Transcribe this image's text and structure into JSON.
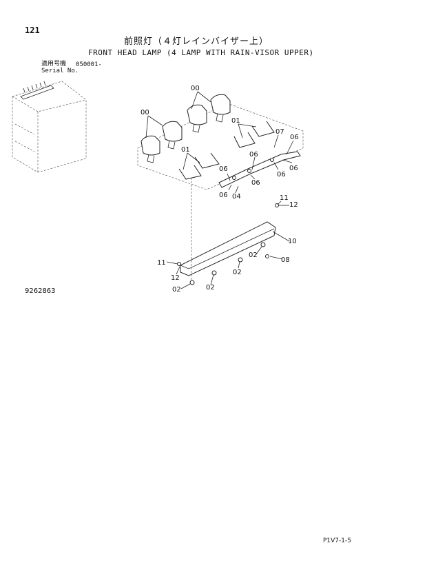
{
  "header": {
    "page_number": "121",
    "title_ja": "前照灯（４灯レインバイザー上）",
    "title_en": "FRONT HEAD LAMP (4 LAMP WITH RAIN-VISOR UPPER)"
  },
  "serial": {
    "label_ja": "適用号機",
    "label_en": "Serial No.",
    "value": "050001-"
  },
  "callouts": {
    "lamp_a": "00",
    "lamp_b": "00",
    "bracket_a": "01",
    "bracket_b": "01",
    "bolt_a": "02",
    "bolt_b": "02",
    "bolt_c": "02",
    "bolt_d": "02",
    "harness": "04",
    "clip_a": "06",
    "clip_b": "06",
    "clip_c": "06",
    "clip_d": "06",
    "clip_e": "06",
    "clip_f": "06",
    "cover": "07",
    "washer": "08",
    "visor": "10",
    "screw_a": "11",
    "screw_b": "11",
    "nut_a": "12",
    "nut_b": "12"
  },
  "footer": {
    "figure_number": "9262863",
    "page_code": "P1V7-1-5"
  }
}
